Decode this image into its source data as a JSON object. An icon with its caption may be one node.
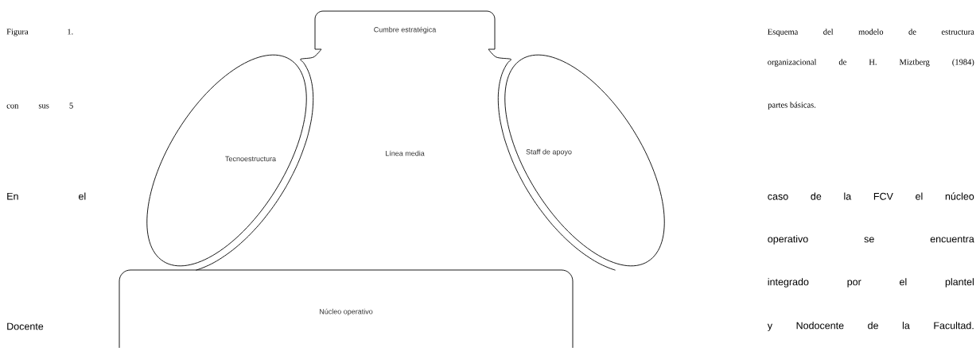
{
  "diagram": {
    "nodes": [
      {
        "text": [
          "Cumbre estratégica"
        ]
      },
      {
        "text": [
          "Tecnoestructura"
        ]
      },
      {
        "text": [
          "Línea media"
        ]
      },
      {
        "text": [
          "Staff de apoyo"
        ]
      },
      {
        "text": [
          "Núcleo operativo"
        ]
      }
    ],
    "labels": [
      "Figura 1.",
      "Esquema del modelo de estructura",
      "organizacional de H. Miztberg (1984)",
      "con sus 5",
      "partes básicas.",
      "En el",
      "caso de la FCV el núcleo",
      "operativo se encuentra",
      "integrado por el plantel",
      "Docente",
      "y Nodocente de la Facultad."
    ]
  }
}
